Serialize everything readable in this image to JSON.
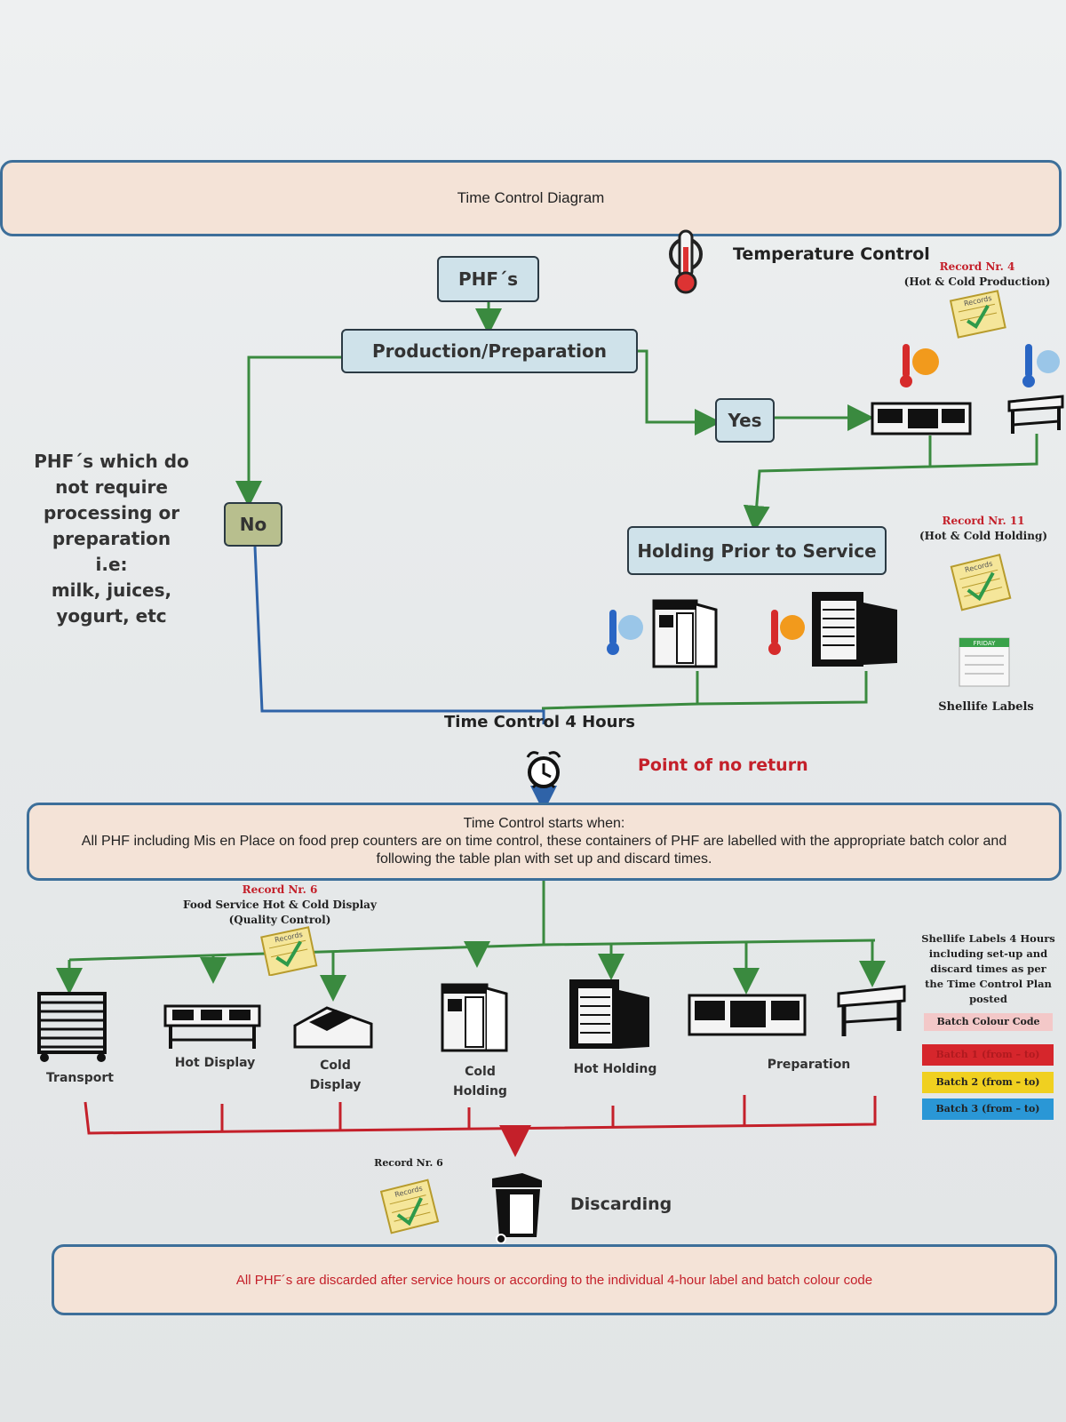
{
  "header": {
    "title": "Time Control Diagram"
  },
  "temperature": {
    "title": "Temperature Control"
  },
  "record4": {
    "line1": "Record Nr. 4",
    "line2": "(Hot & Cold Production)"
  },
  "record11": {
    "line1": "Record Nr. 11",
    "line2": "(Hot & Cold Holding)"
  },
  "record6_top": {
    "line1": "Record Nr. 6",
    "line2": "Food Service Hot & Cold Display",
    "line3": "(Quality Control)"
  },
  "record6_bottom": {
    "line1": "Record Nr. 6"
  },
  "records_stamp": "Records",
  "nodes": {
    "phfs": "PHF´s",
    "production": "Production/Preparation",
    "yes": "Yes",
    "no": "No",
    "holding": "Holding Prior to Service"
  },
  "side_note": [
    "PHF´s which do",
    "not require",
    "processing or",
    "preparation i.e:",
    "milk, juices,",
    "yogurt, etc"
  ],
  "time_control": "Time Control 4 Hours",
  "point_no_return": "Point of no return",
  "shelf_labels": "Shellife Labels",
  "friday_label": "FRIDAY",
  "starts_banner": {
    "line1": "Time Control starts when:",
    "line2": "All PHF including Mis en Place on food prep counters are on time control, these containers of PHF are labelled with the appropriate batch color and following the table plan with set up and discard times."
  },
  "equipment": {
    "transport": "Transport",
    "hot_display": "Hot Display",
    "cold_display": "Cold Display",
    "cold_holding": "Cold Holding",
    "hot_holding": "Hot Holding",
    "preparation": "Preparation"
  },
  "shelf_note": [
    "Shellife Labels 4 Hours",
    "including set-up and",
    "discard times as per",
    "the Time Control Plan",
    "posted"
  ],
  "batch": {
    "title": "Batch Colour Code",
    "batch1": "Batch 1 (from – to)",
    "batch2": "Batch 2 (from – to)",
    "batch3": "Batch 3 (from – to)"
  },
  "colors": {
    "green": "#3a8a3f",
    "blue": "#2f63a8",
    "red": "#c4202a",
    "banner_fill": "#f4e3d7",
    "banner_border": "#3d6f9a",
    "batch_pink": "#f3c8c8",
    "batch_red": "#d6262c",
    "batch_yellow": "#f0d020",
    "batch_blue": "#2a97d6"
  },
  "discarding": "Discarding",
  "footer": "All PHF´s are discarded after service hours or according to the individual 4-hour label and batch colour code"
}
